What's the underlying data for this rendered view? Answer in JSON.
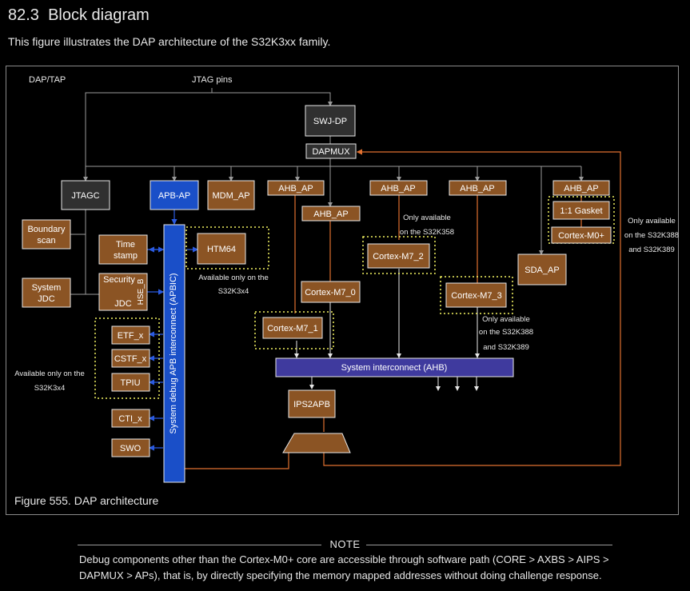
{
  "section": {
    "number": "82.3",
    "title": "Block diagram"
  },
  "intro": "This figure illustrates the DAP architecture of the S32K3xx family.",
  "colors": {
    "brown": "#8b5424",
    "dark": "#303030",
    "blue": "#1a4fc8",
    "indigo": "#3f3a9e",
    "orange": "#e07030",
    "grey": "#9a9a9a",
    "dotted": "#f0f060"
  },
  "diagram": {
    "labels": {
      "dap_tap": "DAP/TAP",
      "jtag_pins": "JTAG pins"
    },
    "blocks": {
      "swj_dp": "SWJ-DP",
      "dapmux": "DAPMUX",
      "jtagc": "JTAGC",
      "apb_ap": "APB-AP",
      "mdm_ap": "MDM_AP",
      "ahb_ap_1": "AHB_AP",
      "ahb_ap_0": "AHB_AP",
      "ahb_ap_2": "AHB_AP",
      "ahb_ap_3": "AHB_AP",
      "ahb_ap_m0": "AHB_AP",
      "boundary_scan_1": "Boundary",
      "boundary_scan_2": "scan",
      "system_jdc_1": "System",
      "system_jdc_2": "JDC",
      "time_stamp_1": "Time",
      "time_stamp_2": "stamp",
      "security_1": "Security",
      "security_2": "JDC",
      "hse_b": "HSE_B",
      "htm64": "HTM64",
      "etf_x": "ETF_x",
      "cstf_x": "CSTF_x",
      "tpiu": "TPIU",
      "cti_x": "CTI_x",
      "swo": "SWO",
      "apbic": "System debug APB interconnect (APBIC)",
      "cortex_m7_0": "Cortex-M7_0",
      "cortex_m7_1": "Cortex-M7_1",
      "cortex_m7_2": "Cortex-M7_2",
      "cortex_m7_3": "Cortex-M7_3",
      "gasket": "1:1 Gasket",
      "cortex_m0": "Cortex-M0+",
      "sda_ap": "SDA_AP",
      "ahb": "System interconnect (AHB)",
      "ips2apb": "IPS2APB"
    },
    "notes": {
      "htm64_1": "Available only on the",
      "htm64_2": "S32K3x4",
      "m7_2_1": "Only available",
      "m7_2_2": "on the S32K358",
      "m0_1": "Only available",
      "m0_2": "on the S32K388",
      "m0_3": "and S32K389",
      "m7_3_1": "Only available",
      "m7_3_2": "on the S32K388",
      "m7_3_3": "and S32K389",
      "trace_1": "Available only on the",
      "trace_2": "S32K3x4"
    },
    "caption": "Figure 555.  DAP architecture"
  },
  "note": {
    "title": "NOTE",
    "text": "Debug components other than the Cortex-M0+ core are accessible through software path (CORE > AXBS > AIPS > DAPMUX > APs), that is, by directly specifying the memory mapped addresses without doing challenge response."
  }
}
